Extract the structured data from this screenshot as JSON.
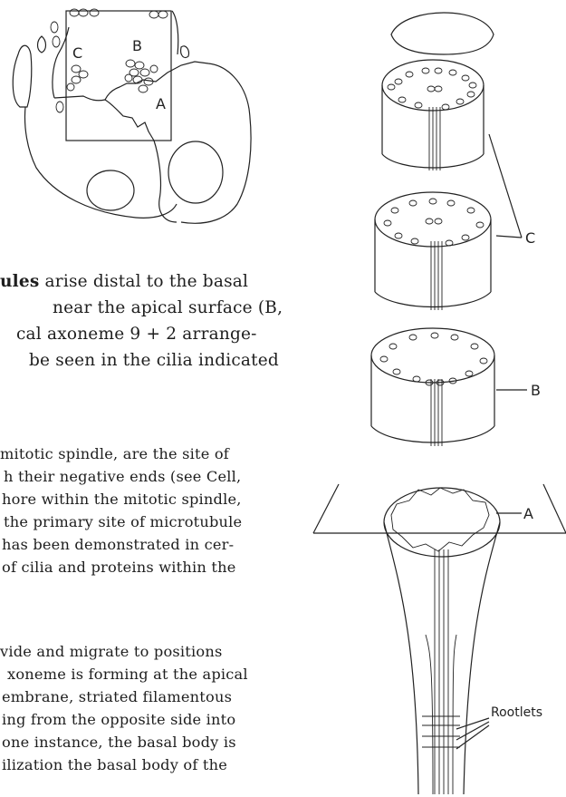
{
  "micrograph_inset": {
    "labels": {
      "a": "A",
      "b": "B",
      "c": "C"
    }
  },
  "basal_body_diagram": {
    "labels": {
      "a": "A",
      "b": "B",
      "c": "C",
      "rootlets": "Rootlets"
    }
  },
  "text": {
    "para1": {
      "line1_bold": "ules",
      "line1_rest": " arise distal to the basal",
      "line2": "near the apical surface (B,",
      "line3": "cal axoneme 9 + 2 arrange-",
      "line4": "be seen in the cilia indicated"
    },
    "para2": [
      "mitotic spindle, are the site of",
      "h their negative ends (see Cell,",
      "hore within the mitotic spindle,",
      "the primary site of microtubule",
      "has been demonstrated in cer-",
      "of cilia and proteins within the"
    ],
    "para3": [
      "vide and migrate to positions",
      "xoneme is forming at the apical",
      "embrane, striated filamentous",
      "ing from the opposite side into",
      "one instance, the basal body is",
      "ilization the basal body of the"
    ]
  }
}
